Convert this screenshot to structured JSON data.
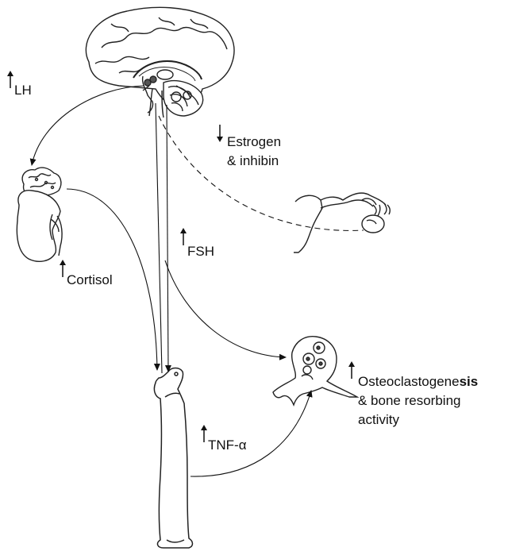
{
  "labels": {
    "lh": "LH",
    "estrogen_line1": "Estrogen",
    "estrogen_line2": "& inhibin",
    "fsh": "FSH",
    "cortisol": "Cortisol",
    "tnf_prefix": "TNF-",
    "tnf_alpha": "α",
    "osteo_line1_main": "Osteoclastogene",
    "osteo_line1_bold": "sis",
    "osteo_line2": "& bone resorbing",
    "osteo_line3": "activity"
  },
  "indicators": {
    "lh": "up",
    "estrogen_inhibin": "down",
    "fsh": "up",
    "cortisol": "up",
    "tnf_alpha": "up",
    "osteoclastogenesis": "up"
  },
  "illustrations": [
    "brain",
    "adrenal-gland",
    "ovary",
    "femur-bone",
    "osteoclast"
  ]
}
